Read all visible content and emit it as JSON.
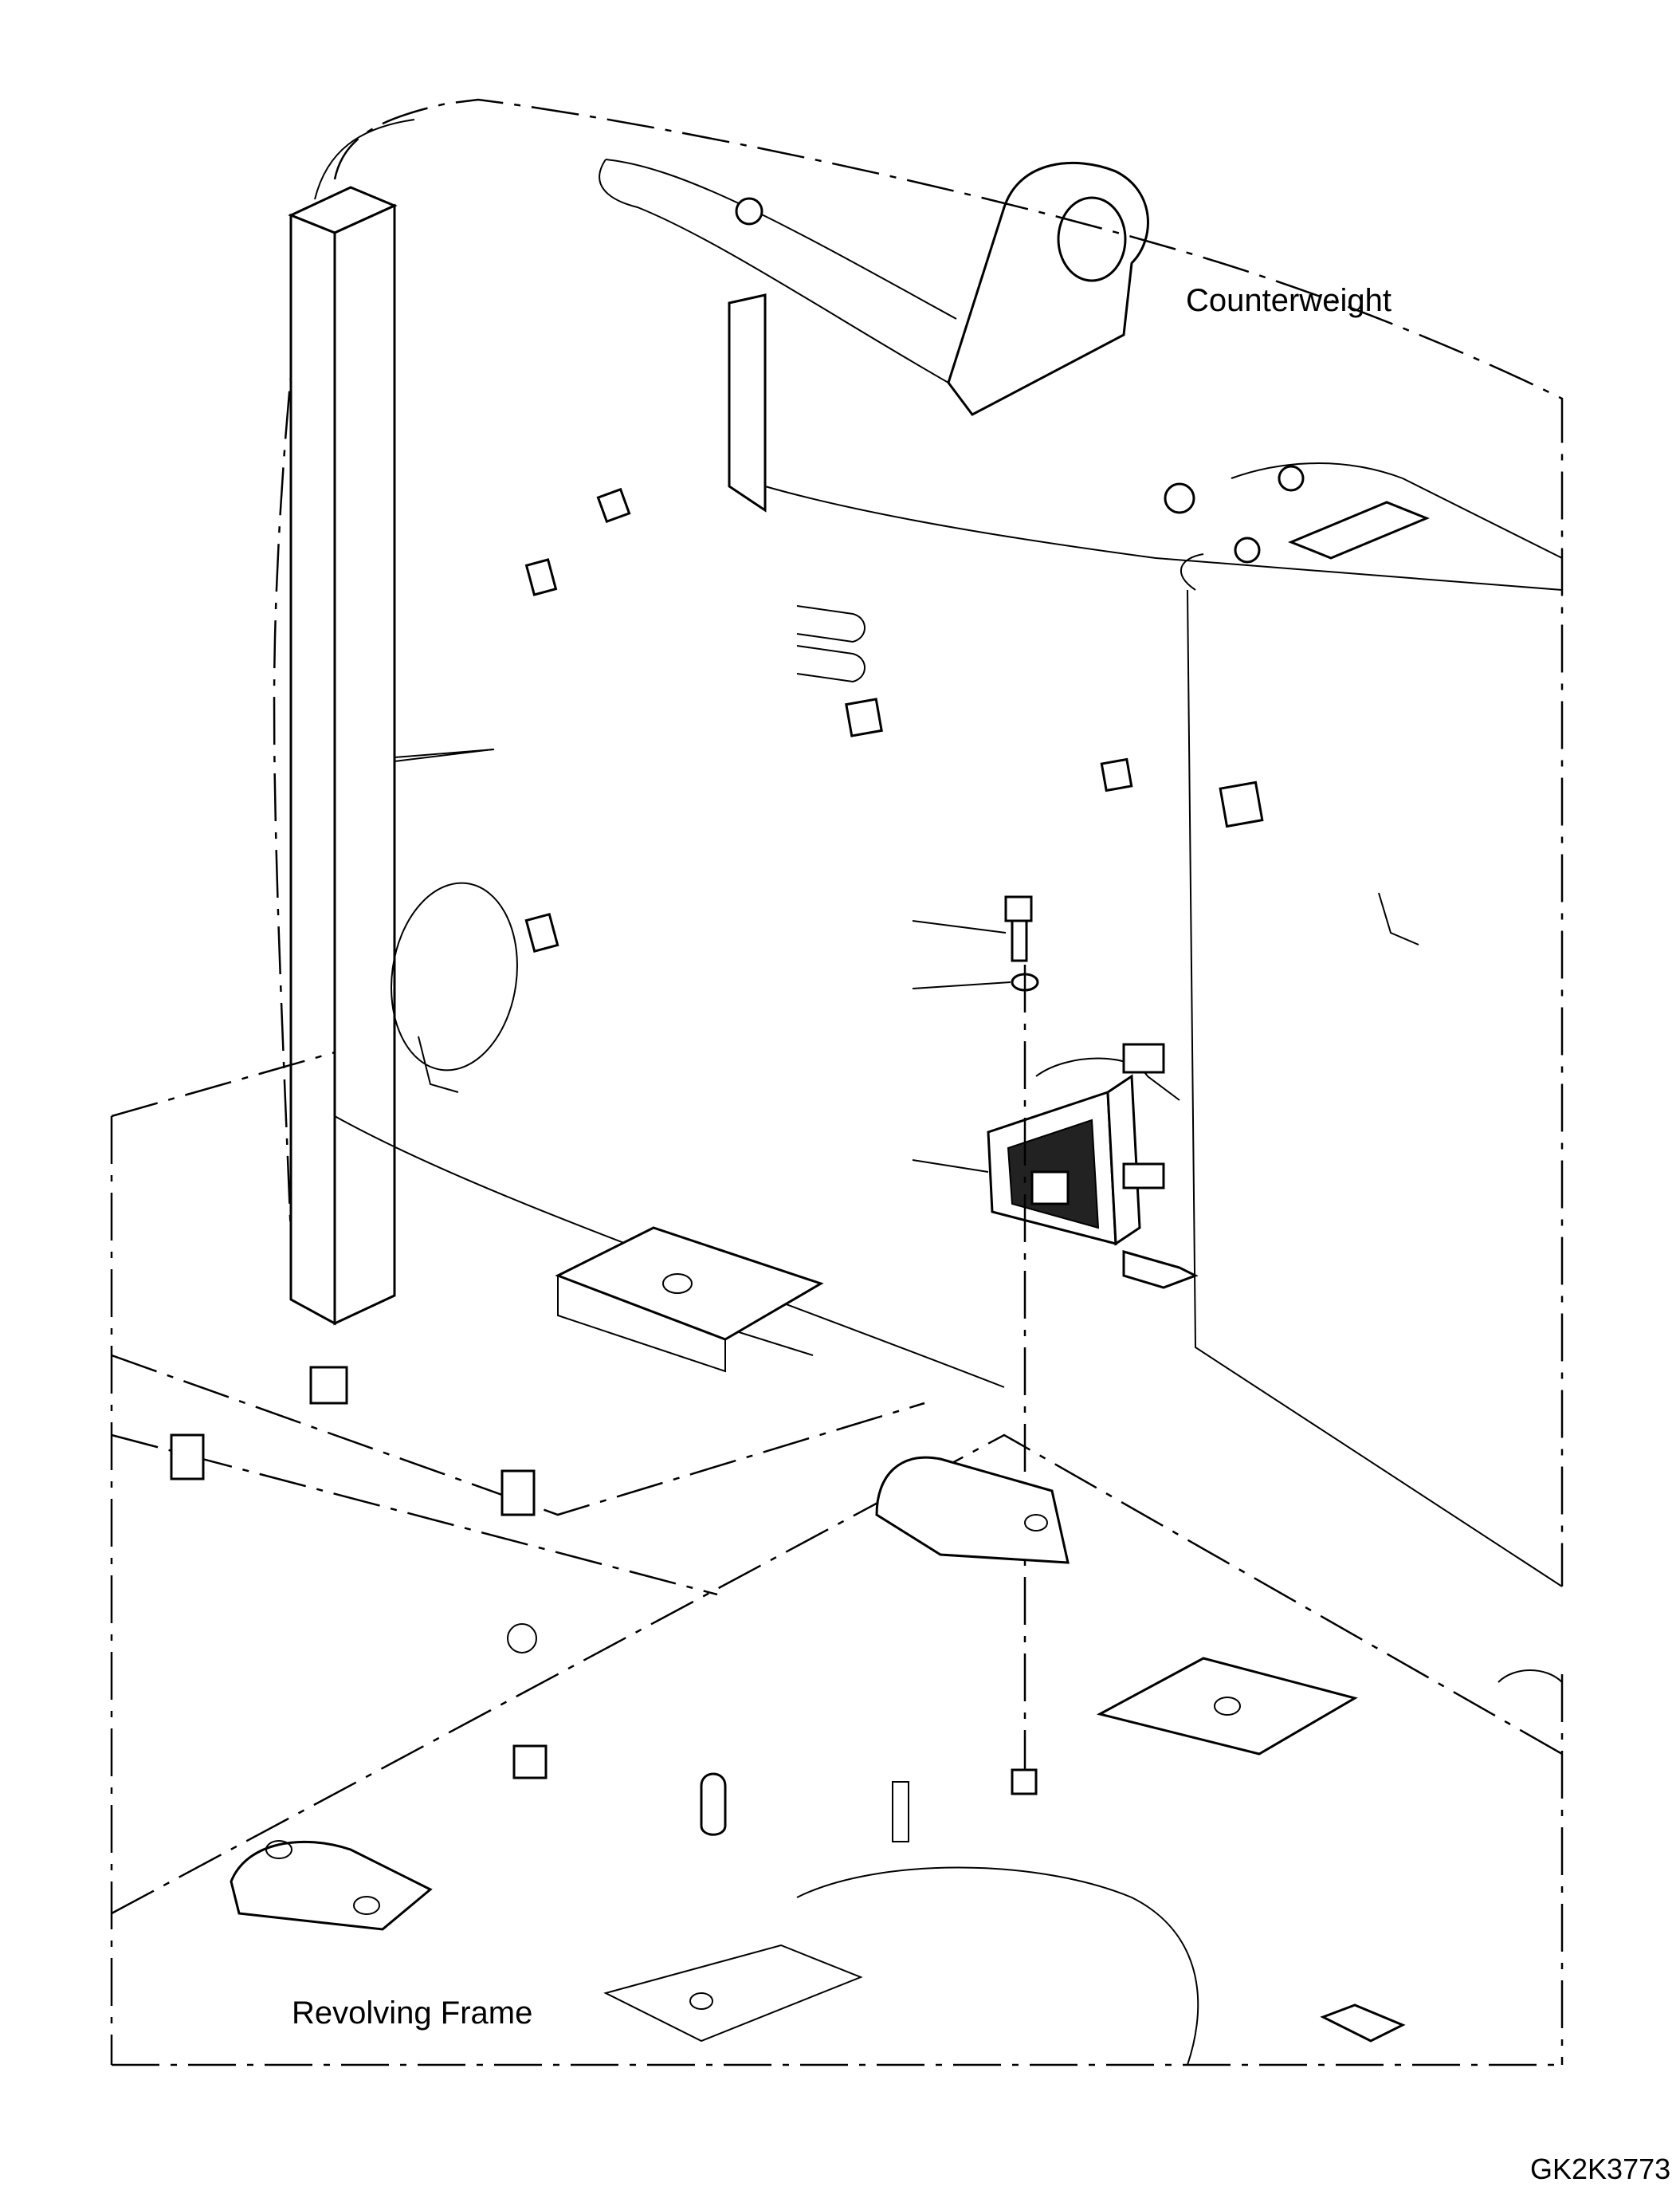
{
  "labels": {
    "counterweight": "Counterweight",
    "revolving_frame": "Revolving Frame",
    "drawing_code": "GK2K3773"
  }
}
